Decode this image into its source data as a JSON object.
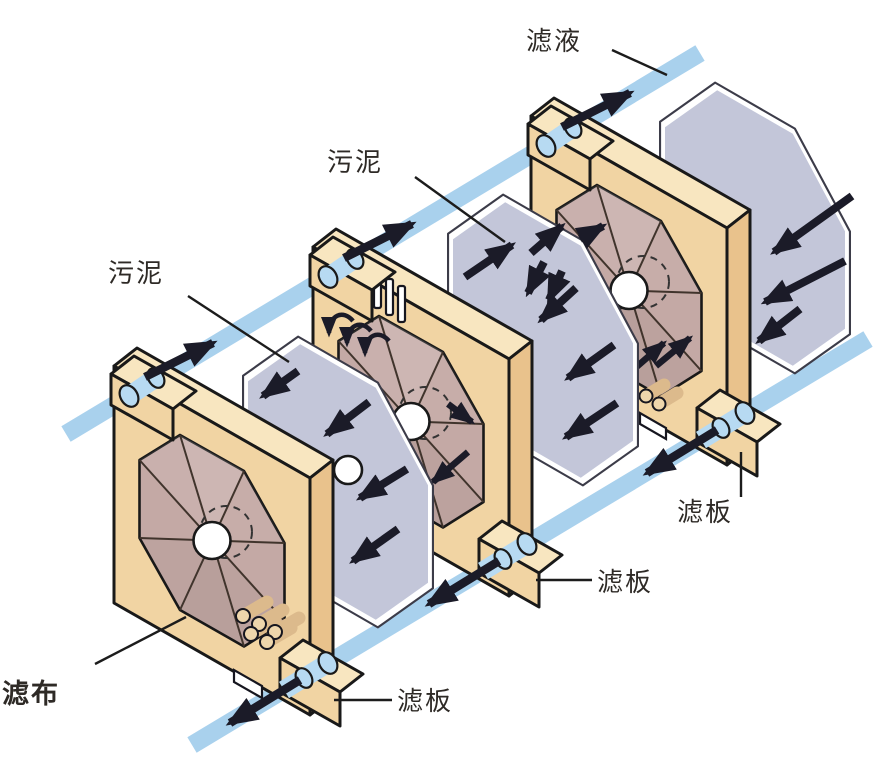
{
  "labels": {
    "filtrate": "滤液",
    "sludge_top": "污泥",
    "sludge_left": "污泥",
    "plate_right": "滤板",
    "plate_middle": "滤板",
    "plate_bottom": "滤板",
    "cloth": "滤布"
  },
  "structure": {
    "filter_plates": 3,
    "filter_cloths": 3,
    "support_rails": 2
  },
  "colors": {
    "plate_face": "#f1d4a3",
    "plate_top": "#f8e6c0",
    "plate_side": "#e9c28c",
    "recess": "#c4a9a5",
    "cloth": "#c3c6d9",
    "rail": "#a9d1ed",
    "pipe": "#b7daf2",
    "arrow": "#1b1b28",
    "outline": "#191919",
    "label_text": "#2e2a26",
    "background": "#ffffff"
  }
}
